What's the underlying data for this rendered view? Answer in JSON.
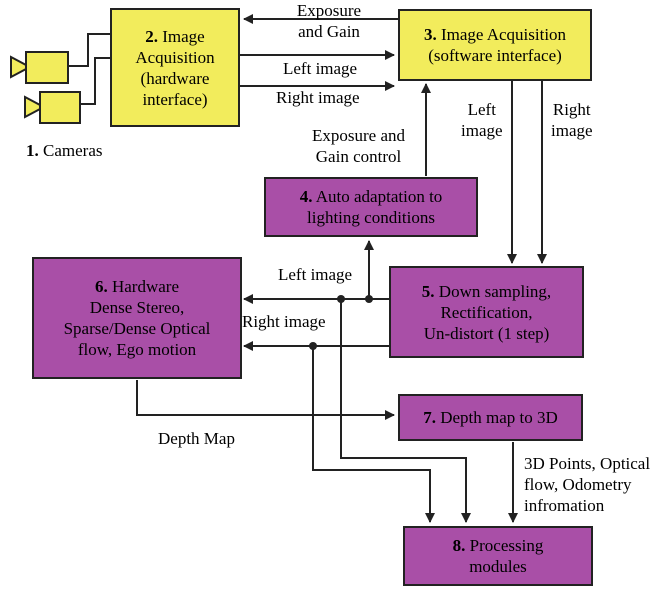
{
  "colors": {
    "hardware_box": "#f2ec5c",
    "software_box": "#f2ec5c",
    "process_box": "#a94fa7",
    "lines": "#222222"
  },
  "cameras": {
    "icon": "camera-icon",
    "count": 2,
    "label_num": "1.",
    "label_text": "Cameras"
  },
  "boxes": {
    "b2": {
      "num": "2.",
      "first": "Image",
      "lines": [
        "Acquisition",
        "(hardware",
        "interface)"
      ]
    },
    "b3": {
      "num": "3.",
      "first": "Image Acquisition",
      "lines": [
        "(software interface)"
      ]
    },
    "b4": {
      "num": "4.",
      "first": "Auto adaptation to",
      "lines": [
        "lighting  conditions"
      ]
    },
    "b5": {
      "num": "5.",
      "first": "Down sampling,",
      "lines": [
        "Rectification,",
        "Un-distort (1 step)"
      ]
    },
    "b6": {
      "num": "6.",
      "first": "Hardware",
      "lines": [
        "Dense Stereo,",
        "Sparse/Dense Optical",
        "flow, Ego motion"
      ]
    },
    "b7": {
      "num": "7.",
      "first": "Depth map to 3D",
      "lines": []
    },
    "b8": {
      "num": "8.",
      "first": "Processing",
      "lines": [
        "modules"
      ]
    }
  },
  "labels": {
    "exposure_gain": [
      "Exposure",
      "and Gain"
    ],
    "left_image_top": "Left image",
    "right_image_top": "Right image",
    "left_image_v": [
      "Left",
      "image"
    ],
    "right_image_v": [
      "Right",
      "image"
    ],
    "exposure_control": [
      "Exposure and",
      "Gain control"
    ],
    "left_image_mid": "Left image",
    "right_image_mid": "Right image",
    "depth_map": "Depth Map",
    "points_info": [
      "3D Points, Optical",
      "flow, Odometry",
      "infromation"
    ]
  }
}
